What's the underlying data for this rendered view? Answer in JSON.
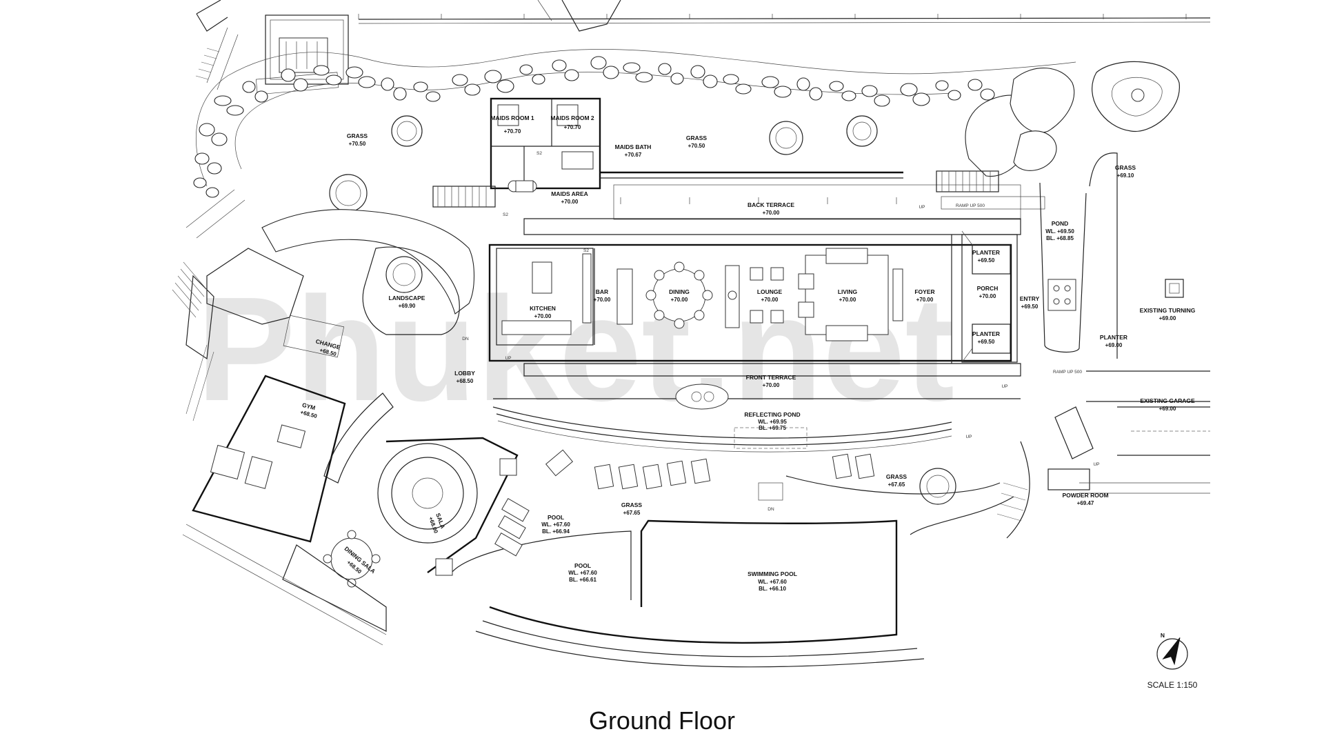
{
  "caption": "Ground Floor",
  "watermark": "Phuket.net",
  "scale": "SCALE 1:150",
  "north": "N",
  "spaces": {
    "grass_nw": {
      "name": "GRASS",
      "level": "+70.50"
    },
    "maids_room_1": {
      "name": "MAIDS ROOM 1",
      "level": "+70.70"
    },
    "maids_room_2": {
      "name": "MAIDS ROOM 2",
      "level": "+70.70"
    },
    "maids_bath": {
      "name": "MAIDS BATH",
      "level": "+70.67"
    },
    "maids_area": {
      "name": "MAIDS AREA",
      "level": "+70.00"
    },
    "grass_n": {
      "name": "GRASS",
      "level": "+70.50"
    },
    "back_terrace": {
      "name": "BACK TERRACE",
      "level": "+70.00"
    },
    "grass_ne": {
      "name": "GRASS",
      "level": "+69.10"
    },
    "pond": {
      "name": "POND",
      "level": "WL. +69.50",
      "level2": "BL. +68.85"
    },
    "planter_n": {
      "name": "PLANTER",
      "level": "+69.50"
    },
    "porch": {
      "name": "PORCH",
      "level": "+70.00"
    },
    "planter_s": {
      "name": "PLANTER",
      "level": "+69.50"
    },
    "entry": {
      "name": "ENTRY",
      "level": "+69.50"
    },
    "foyer": {
      "name": "FOYER",
      "level": "+70.00"
    },
    "living": {
      "name": "LIVING",
      "level": "+70.00"
    },
    "lounge": {
      "name": "LOUNGE",
      "level": "+70.00"
    },
    "dining": {
      "name": "DINING",
      "level": "+70.00"
    },
    "bar": {
      "name": "BAR",
      "level": "+70.00"
    },
    "kitchen": {
      "name": "KITCHEN",
      "level": "+70.00"
    },
    "landscape": {
      "name": "LANDSCAPE",
      "level": "+69.90"
    },
    "change": {
      "name": "CHANGE",
      "level": "+68.50"
    },
    "gym": {
      "name": "GYM",
      "level": "+68.50"
    },
    "lobby": {
      "name": "LOBBY",
      "level": "+68.50"
    },
    "front_terrace": {
      "name": "FRONT TERRACE",
      "level": "+70.00"
    },
    "reflecting_pond": {
      "name": "REFLECTING POND",
      "level": "WL. +69.95",
      "level2": "BL. +69.75"
    },
    "existing_turning": {
      "name": "EXISTING TURNING",
      "level": "+69.00"
    },
    "planter_e": {
      "name": "PLANTER",
      "level": "+69.00"
    },
    "existing_garage": {
      "name": "EXISTING GARAGE",
      "level": "+69.00"
    },
    "powder_room": {
      "name": "POWDER ROOM",
      "level": "+69.47"
    },
    "grass_se": {
      "name": "GRASS",
      "level": "+67.65"
    },
    "grass_s": {
      "name": "GRASS",
      "level": "+67.65"
    },
    "pool_a": {
      "name": "POOL",
      "level": "WL. +67.60",
      "level2": "BL. +66.94"
    },
    "pool_b": {
      "name": "POOL",
      "level": "WL. +67.60",
      "level2": "BL. +66.61"
    },
    "swimming_pool": {
      "name": "SWIMMING POOL",
      "level": "WL. +67.60",
      "level2": "BL. +66.10"
    },
    "sala": {
      "name": "SALA",
      "level": "+68.00"
    },
    "dining_sala": {
      "name": "DINING SALA",
      "level": "+68.50"
    }
  },
  "notes": {
    "up": "UP",
    "dn": "DN",
    "ramp_back": "RAMP UP 500",
    "ramp_front": "RAMP UP 500",
    "s2": "S2"
  }
}
